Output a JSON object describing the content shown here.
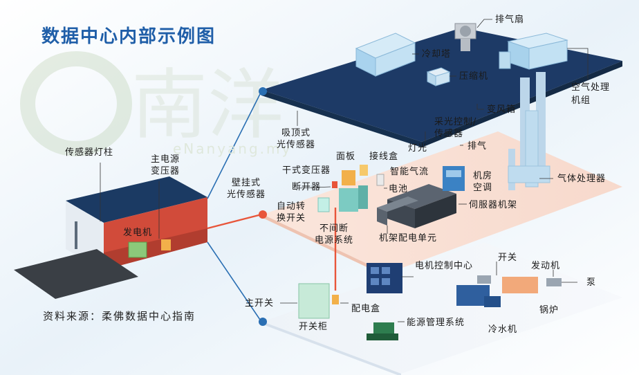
{
  "title": "数据中心内部示例图",
  "source": "资料来源：柔佛数据中心指南",
  "watermark": {
    "logo": "e南洋",
    "url": "eNanyang.my"
  },
  "colors": {
    "title": "#1f5ea8",
    "roof": "#1d3a66",
    "floor_mid": "#f6d5c8",
    "pipe": "#e8553a",
    "node": "#2a6fb3"
  },
  "labels": {
    "exhaust_fan": "排气扇",
    "cooling_tower": "冷却塔",
    "compressor": "压缩机",
    "air_handling_unit": "空气处理\n机组",
    "air_box": "变风箱",
    "ceiling_sensor": "吸顶式\n光传感器",
    "light_control_sensor": "采光控制/\n传感器",
    "lights": "灯光",
    "exhaust": "排气",
    "panel": "面板",
    "junction_box": "接线盒",
    "dry_transformer": "干式变压器",
    "smart_airflow": "智能气流",
    "machine_room_ac": "机房\n空调",
    "gas_processor": "气体处理器",
    "wall_sensor": "壁挂式\n光传感器",
    "breaker": "断开器",
    "battery": "电池",
    "server_rack": "伺服器机架",
    "auto_transfer_switch": "自动转\n换开关",
    "ups": "不间断\n电源系统",
    "rack_pdu": "机架配电单元",
    "sensor_light_pole": "传感器灯柱",
    "main_power_transformer": "主电源\n变压器",
    "generator": "发电机",
    "motor_control_center": "电机控制中心",
    "switch": "开关",
    "engine": "发动机",
    "pump": "泵",
    "boiler": "锅炉",
    "main_switch": "主开关",
    "distribution_box": "配电盒",
    "chiller": "冷水机",
    "switch_cabinet": "开关柜",
    "energy_management": "能源管理系统"
  }
}
